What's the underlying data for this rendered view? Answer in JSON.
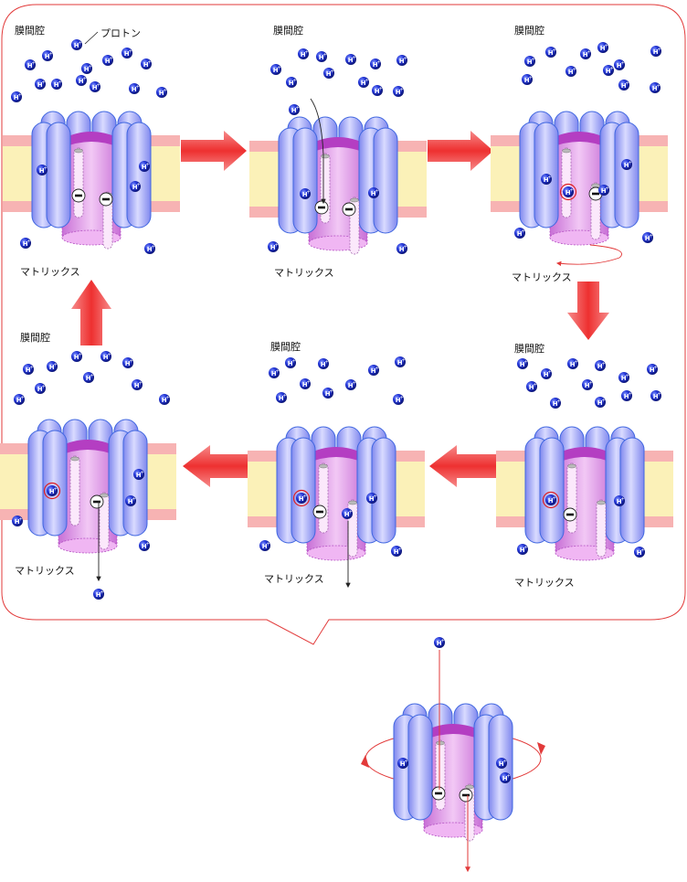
{
  "labels": {
    "intermembrane": "膜間腔",
    "matrix": "マトリックス",
    "proton": "プロトン",
    "proton_symbol": "H",
    "proton_charge": "+"
  },
  "colors": {
    "balloon_border": "#e23a3a",
    "flow_arrow": "#f04b4b",
    "membrane_core": "#fbf1b8",
    "membrane_edge": "#f7b3b3",
    "subunit_fill": "#b6b9f4",
    "subunit_stroke": "#3f66e0",
    "rotor_fill": "#e39be8",
    "rotor_band": "#b43ec2",
    "proton_fill": "#1f2fd0"
  }
}
